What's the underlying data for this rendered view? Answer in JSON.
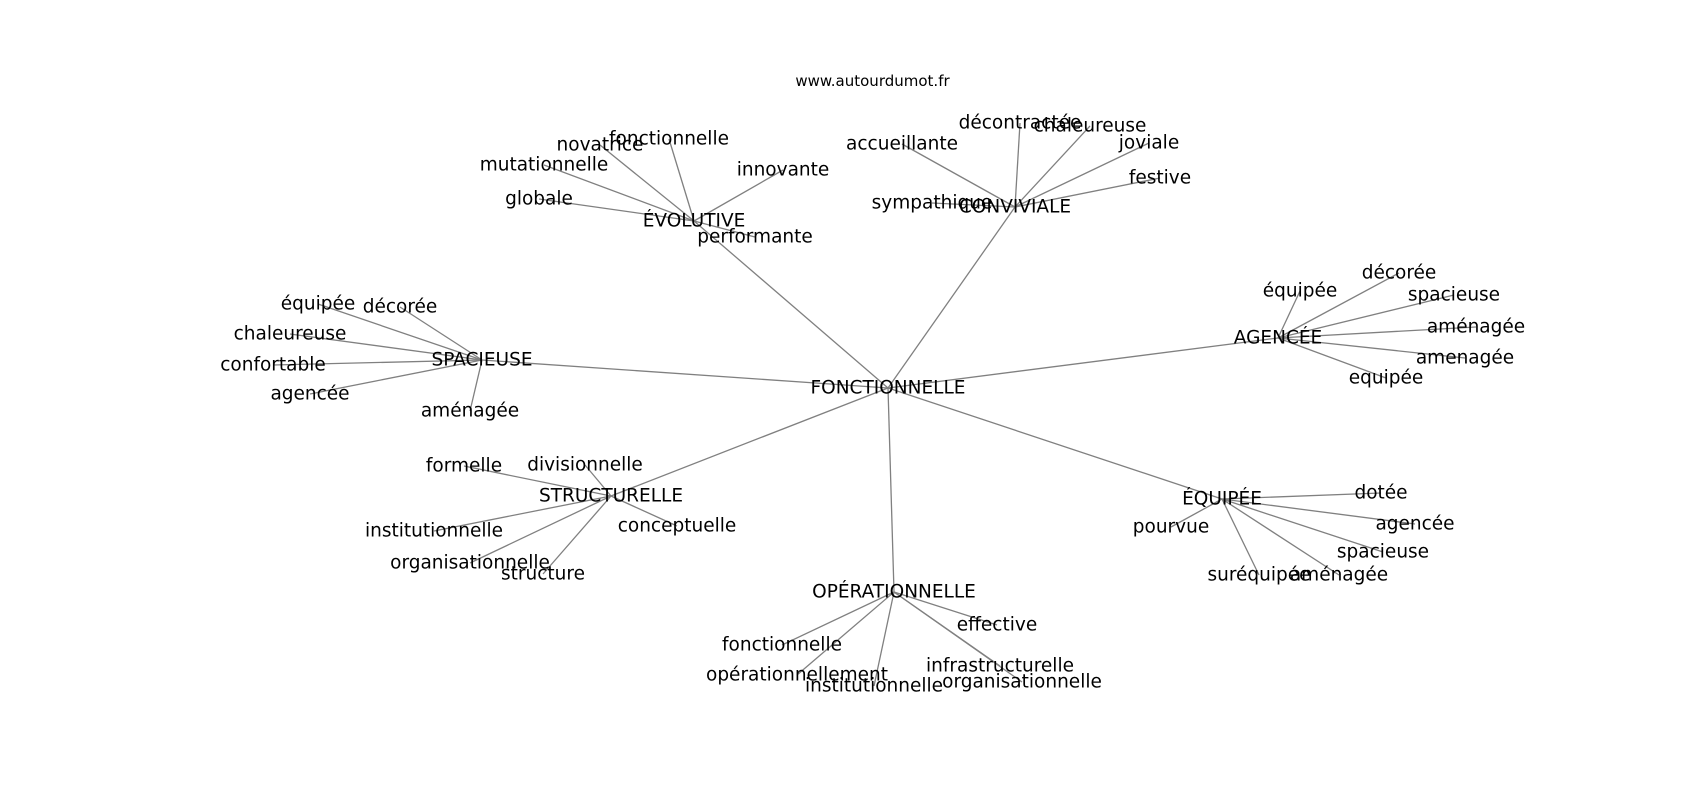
{
  "source": "www.autourdumot.fr",
  "center": "FONCTIONNELLE",
  "clusters": [
    {
      "label": "ÉVOLUTIVE",
      "leaves": [
        "fonctionnelle",
        "novatrice",
        "mutationnelle",
        "globale",
        "innovante",
        "performante"
      ]
    },
    {
      "label": "CONVIVIALE",
      "leaves": [
        "décontractée",
        "chaleureuse",
        "accueillante",
        "joviale",
        "festive",
        "sympathique"
      ]
    },
    {
      "label": "SPACIEUSE",
      "leaves": [
        "équipée",
        "décorée",
        "chaleureuse",
        "confortable",
        "agencée",
        "aménagée"
      ]
    },
    {
      "label": "AGENCÉE",
      "leaves": [
        "équipée",
        "décorée",
        "spacieuse",
        "aménagée",
        "amenagée",
        "equipée"
      ]
    },
    {
      "label": "STRUCTURELLE",
      "leaves": [
        "formelle",
        "divisionnelle",
        "institutionnelle",
        "organisationnelle",
        "structure",
        "conceptuelle"
      ]
    },
    {
      "label": "ÉQUIPÉE",
      "leaves": [
        "dotée",
        "pourvue",
        "agencée",
        "spacieuse",
        "suréquipée",
        "aménagée"
      ]
    },
    {
      "label": "OPÉRATIONNELLE",
      "leaves": [
        "effective",
        "fonctionnelle",
        "infrastructurelle",
        "opérationnellement",
        "organisationnelle",
        "institutionnelle"
      ]
    }
  ]
}
